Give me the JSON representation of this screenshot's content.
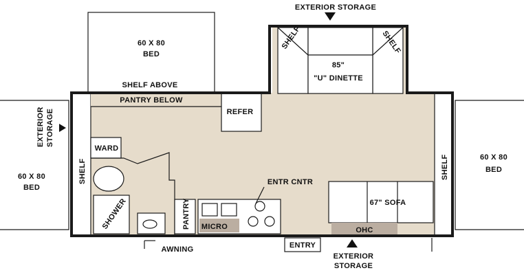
{
  "labels": {
    "exterior_storage_top": "EXTERIOR STORAGE",
    "exterior_storage_left_1": "EXTERIOR",
    "exterior_storage_left_2": "STORAGE",
    "exterior_storage_bottom_1": "EXTERIOR",
    "exterior_storage_bottom_2": "STORAGE",
    "bed_top_1": "60 X 80",
    "bed_top_2": "BED",
    "bed_left_1": "60 X 80",
    "bed_left_2": "BED",
    "bed_right_1": "60 X 80",
    "bed_right_2": "BED",
    "shelf_above": "SHELF ABOVE",
    "pantry_below": "PANTRY BELOW",
    "refer": "REFER",
    "dinette_1": "85\"",
    "dinette_2": "\"U\" DINETTE",
    "shelf_dinette_left": "SHELF",
    "shelf_dinette_right": "SHELF",
    "shelf_left": "SHELF",
    "shelf_right": "SHELF",
    "ward": "WARD",
    "shower": "SHOWER",
    "pantry": "PANTRY",
    "micro": "MICRO",
    "entr_cntr": "ENTR CNTR",
    "sofa": "67\" SOFA",
    "ohc": "OHC",
    "entry": "ENTRY",
    "awning": "AWNING"
  },
  "colors": {
    "floor": "#e6dccb",
    "dark_panel": "#bbaea1",
    "wall": "#1a1a1a"
  }
}
